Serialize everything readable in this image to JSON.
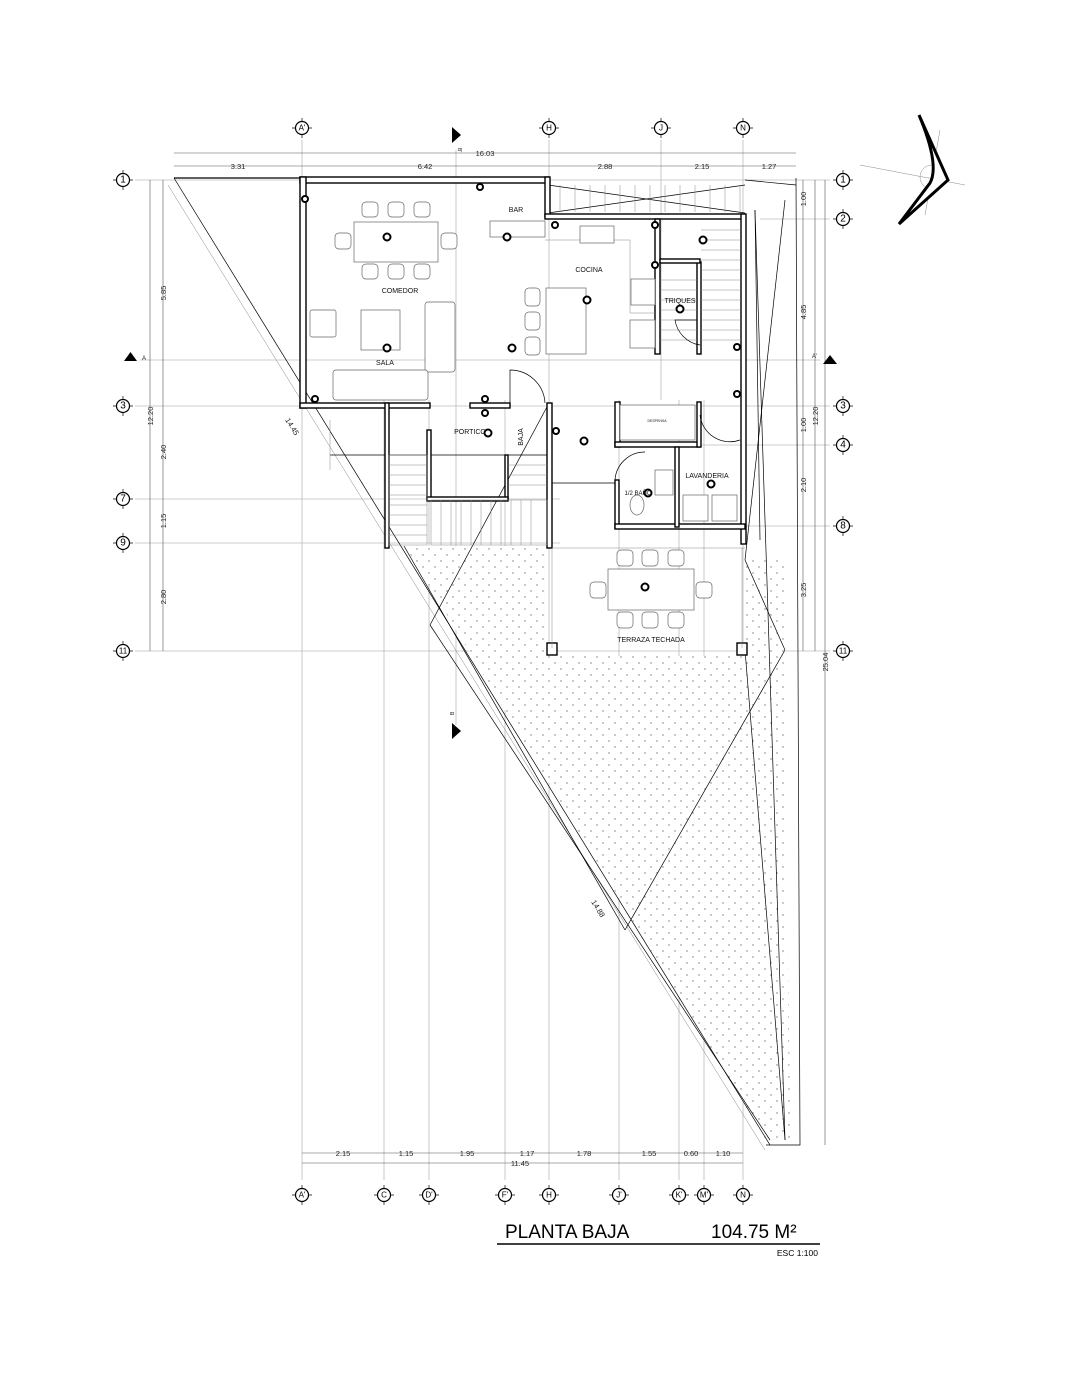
{
  "title": {
    "name": "PLANTA BAJA",
    "area": "104.75 M²",
    "scale": "ESC 1:100"
  },
  "rooms": {
    "comedor": "COMEDOR",
    "sala": "SALA",
    "bar": "BAR",
    "cocina": "COCINA",
    "triques": "TRIQUES",
    "portico": "PORTICO",
    "baja": "BAJA",
    "medio_bano": "1/2 BAÑO",
    "lavanderia": "LAVANDERIA",
    "despensa": "DESPENSA",
    "terraza": "TERRAZA TECHADA"
  },
  "grid_axes": {
    "top": [
      "A'",
      "H",
      "J",
      "N"
    ],
    "bottom": [
      "A'",
      "C",
      "D'",
      "F'",
      "H",
      "J'",
      "K'",
      "M'",
      "N"
    ],
    "left": [
      "1",
      "3",
      "7",
      "9",
      "11"
    ],
    "right": [
      "1",
      "2",
      "3",
      "4",
      "8",
      "11"
    ]
  },
  "dimensions": {
    "top_total": "16.03",
    "top": [
      "3.31",
      "6.42",
      "2.88",
      "2.15",
      "1.27"
    ],
    "left": [
      "5.85",
      "2.40",
      "1.15",
      "2.80"
    ],
    "left_total": "12.20",
    "right": [
      "1.00",
      "4.85",
      "1.00",
      "2.10",
      "3.25"
    ],
    "right_total": "12.20",
    "right_overall": "25.04",
    "bottom": [
      "2.15",
      "1.15",
      "1.95",
      "1.17",
      "1.78",
      "1.55",
      "0.60",
      "1.10"
    ],
    "bottom_total": "11.45",
    "diagonal_upper": "14.45",
    "diagonal_lower": "14.88"
  },
  "sections": {
    "a": "A",
    "a_prime": "A'",
    "b": "B",
    "b_prime": "B'"
  },
  "colors": {
    "line": "#000000",
    "grid": "#bbbbbb"
  }
}
